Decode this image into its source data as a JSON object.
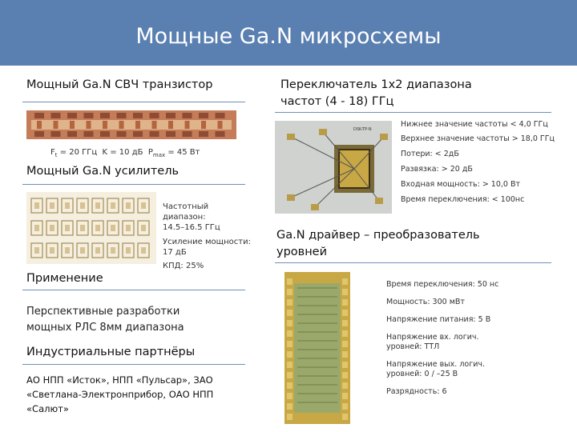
{
  "title": "Мощные Ga.N микросхемы",
  "transistor": {
    "heading": "Мощный Ga.N СВЧ транзистор",
    "params_ft": "F",
    "params_ft_sub": "t",
    "params_rest": " = 20 ГГц  K = 10 дБ  P",
    "params_pmax_sub": "max",
    "params_end": " = 45 Вт"
  },
  "amplifier": {
    "heading": "Мощный Ga.N усилитель",
    "specs": [
      "Частотный диапазон:",
      "14.5–16.5 ГГц",
      "Усиление мощности:",
      "17 дБ",
      "КПД: 25%"
    ]
  },
  "application": {
    "heading": "Применение",
    "text": "Перспективные разработки мощных РЛС 8мм диапазона"
  },
  "partners": {
    "heading": "Индустриальные партнёры",
    "text": "АО НПП «Исток», НПП «Пульсар», ЗАО «Светлана-Электронприбор, ОАО НПП «Салют»"
  },
  "switch": {
    "heading_line1": "Переключатель 1х2 диапазона",
    "heading_line2": "частот (4 - 18) ГГц",
    "chip_label": "DSK-TP-N",
    "specs": [
      "Нижнее значение частоты < 4,0 ГГц",
      "Верхнее значение частоты > 18,0 ГГц",
      "Потери: < 2дБ",
      "Развязка: > 20 дБ",
      "Входная мощность: > 10,0 Вт",
      "Время переключения: < 100нс"
    ]
  },
  "driver": {
    "heading_line1": "Ga.N драйвер – преобразователь",
    "heading_line2": "уровней",
    "specs": [
      "Время переключения: 50 нс",
      "Мощность: 300 мВт",
      "Напряжение питания: 5 В",
      "Напряжение вх. логич.",
      "уровней: ТТЛ",
      "Напряжение вых. логич.",
      "уровней: 0 / –25 В",
      "Разрядность: 6"
    ]
  },
  "colors": {
    "title_bar": "#5a7fb1",
    "rule": "#6f8fb8",
    "chip_copper": "#c98a5a",
    "chip_gold": "#c8a845"
  }
}
